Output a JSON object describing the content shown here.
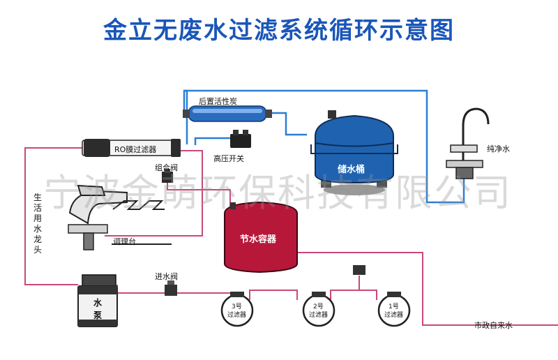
{
  "title": "金立无废水过滤系统循环示意图",
  "watermark": "宁波金萌环保科技有限公司",
  "colors": {
    "title": "#1a56b8",
    "blue_pipe": "#2a7fd4",
    "pink_pipe": "#c8487a",
    "storage_tank": "#1f63b0",
    "saving_tank": "#b7183a"
  },
  "labels": {
    "post_carbon": "后置活性炭",
    "high_pressure_switch": "高压开关",
    "ro_filter": "RO膜过滤器",
    "combo_valve": "组合阀",
    "storage_tank": "储水桶",
    "pure_water": "纯净水",
    "living_faucet": "生活用水龙头",
    "adjust_table": "调理台",
    "saving_container": "节水容器",
    "inlet_valve": "进水阀",
    "pump_top": "水",
    "pump_bottom": "泵",
    "filter3_num": "3号",
    "filter3_name": "过滤器",
    "filter2_num": "2号",
    "filter2_name": "过滤器",
    "filter1_num": "1号",
    "filter1_name": "过滤器",
    "city_water": "市政自来水"
  }
}
